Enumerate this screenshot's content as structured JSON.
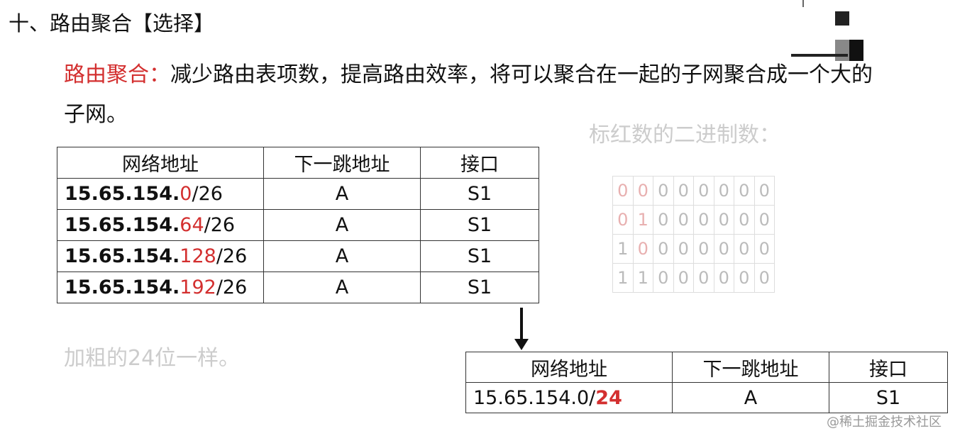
{
  "title": "十、路由聚合【选择】",
  "description": {
    "label": "路由聚合：",
    "text": "减少路由表项数，提高路由效率，将可以聚合在一起的子网聚合成一个大的子网。"
  },
  "table1": {
    "headers": [
      "网络地址",
      "下一跳地址",
      "接口"
    ],
    "rows": [
      {
        "prefix": "15.65.154.",
        "octet": "0",
        "mask": "/26",
        "next_hop": "A",
        "iface": "S1"
      },
      {
        "prefix": "15.65.154.",
        "octet": "64",
        "mask": "/26",
        "next_hop": "A",
        "iface": "S1"
      },
      {
        "prefix": "15.65.154.",
        "octet": "128",
        "mask": "/26",
        "next_hop": "A",
        "iface": "S1"
      },
      {
        "prefix": "15.65.154.",
        "octet": "192",
        "mask": "/26",
        "next_hop": "A",
        "iface": "S1"
      }
    ]
  },
  "note_bold": "加粗的24位一样。",
  "note_binary": "标红数的二进制数：",
  "binary_rows": [
    [
      "0",
      "0",
      "0",
      "0",
      "0",
      "0",
      "0",
      "0"
    ],
    [
      "0",
      "1",
      "0",
      "0",
      "0",
      "0",
      "0",
      "0"
    ],
    [
      "1",
      "0",
      "0",
      "0",
      "0",
      "0",
      "0",
      "0"
    ],
    [
      "1",
      "1",
      "0",
      "0",
      "0",
      "0",
      "0",
      "0"
    ]
  ],
  "table2": {
    "headers": [
      "网络地址",
      "下一跳地址",
      "接口"
    ],
    "row": {
      "prefix": "15.65.154.0/",
      "mask": "24",
      "next_hop": "A",
      "iface": "S1"
    }
  },
  "watermark": "@稀土掘金技术社区",
  "colors": {
    "accent_red": "#d32f2f"
  }
}
